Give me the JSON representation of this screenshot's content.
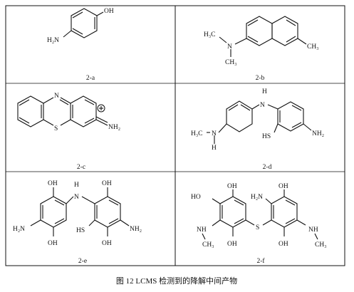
{
  "figure": {
    "caption": "图 12   LCMS 检测到的降解中间产物",
    "panels": [
      {
        "label": "2-a",
        "atoms": {
          "oh": "OH",
          "h2n": "H₂N"
        }
      },
      {
        "label": "2-b",
        "atoms": {
          "h3c": "H₃C",
          "n": "N",
          "ch3_n": "CH₃",
          "ch3_ring": "CH₃"
        }
      },
      {
        "label": "2-c",
        "atoms": {
          "n_ring": "N",
          "s_ring": "S",
          "nh2": "NH₂",
          "charge": "+"
        }
      },
      {
        "label": "2-d",
        "atoms": {
          "h3c": "H₃C",
          "nh_n": "N",
          "nh_h": "H",
          "bridge_h": "H",
          "bridge_n": "N",
          "hs": "HS",
          "nh2": "NH₂"
        }
      },
      {
        "label": "2-e",
        "atoms": {
          "oh_tl": "OH",
          "h_bridge": "H",
          "n_bridge": "N",
          "oh_tr": "OH",
          "h2n": "H₂N",
          "oh_bl": "OH",
          "hs": "HS",
          "nh2": "NH₂",
          "oh_br": "OH"
        }
      },
      {
        "label": "2-f",
        "atoms": {
          "ho": "HO",
          "oh_t": "OH",
          "h2n": "H₂N",
          "oh_tr": "OH",
          "s": "S",
          "nh_l": "NH",
          "ch3_l": "CH₃",
          "oh_b": "OH",
          "oh_br": "OH",
          "nh_r": "NH",
          "ch3_r": "CH₃"
        }
      }
    ]
  }
}
